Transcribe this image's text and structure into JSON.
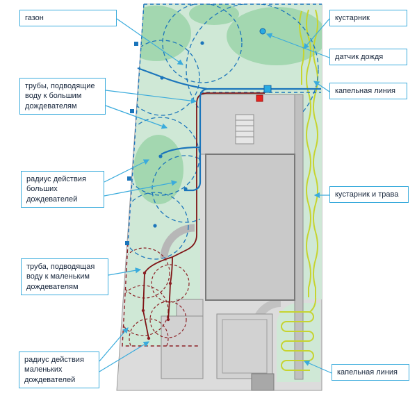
{
  "figure": {
    "type": "landscape irrigation plan",
    "callouts": {
      "lawn": "газон",
      "pipes_to_large_sprinklers": "трубы, подводящие воду к большим дождевателям",
      "radius_large_sprinklers": "радиус действия больших дождевателей",
      "pipe_to_small_sprinklers": "труба, подводящая воду к маленьким дождевателям",
      "radius_small_sprinklers": "радиус действия маленьких дождевателей",
      "shrub": "кустарник",
      "rain_sensor": "датчик дождя",
      "drip_line_top": "капельная линия",
      "shrub_and_grass": "кустарник и трава",
      "drip_line_bottom": "капельная линия"
    },
    "colors": {
      "callout_border": "#3aabdc",
      "leader_line": "#3aabdc",
      "lawn": "#cfe8d6",
      "shrub": "#a3d7b0",
      "large_sprinkler_radius": "#1b75bb",
      "small_sprinkler_radius": "#8b1f24",
      "supply_pipe_blue": "#1b75bb",
      "supply_pipe_red": "#7f1416",
      "drip_line": "#c6d42f",
      "hardscape": "#d9d9d9",
      "house": "#c9c9c9",
      "controller_marker": "#e8231f",
      "valve_marker": "#29abe2"
    }
  }
}
